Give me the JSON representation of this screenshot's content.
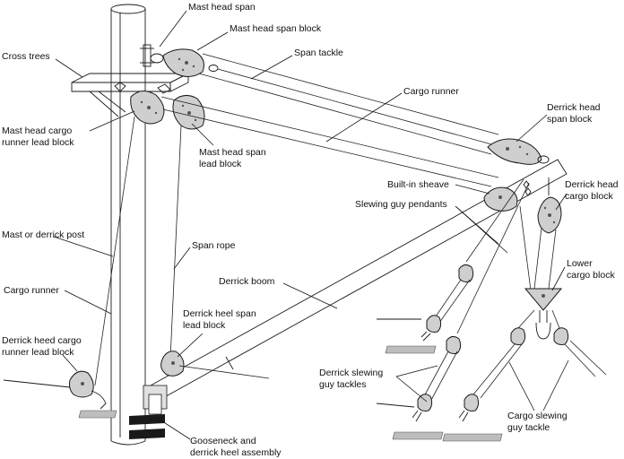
{
  "labels": {
    "mast_head_span": "Mast head span",
    "mast_head_span_block": "Mast head span block",
    "cross_trees": "Cross trees",
    "span_tackle": "Span tackle",
    "cargo_runner_top": "Cargo runner",
    "derrick_head_span_block_1": "Derrick head",
    "derrick_head_span_block_2": "span block",
    "mast_head_cargo_runner_lead_block_1": "Mast head cargo",
    "mast_head_cargo_runner_lead_block_2": "runner lead block",
    "mast_head_span_lead_block_1": "Mast head span",
    "mast_head_span_lead_block_2": "lead block",
    "built_in_sheave": "Built-in sheave",
    "slewing_guy_pendants": "Slewing guy pendants",
    "derrick_head_cargo_block_1": "Derrick head",
    "derrick_head_cargo_block_2": "cargo block",
    "mast_or_derrick_post": "Mast or derrick post",
    "span_rope": "Span rope",
    "lower_cargo_block_1": "Lower",
    "lower_cargo_block_2": "cargo block",
    "cargo_runner_left": "Cargo runner",
    "derrick_boom": "Derrick boom",
    "derrick_heel_span_lead_block_1": "Derrick heel span",
    "derrick_heel_span_lead_block_2": "lead block",
    "derrick_heed_cargo_runner_lead_block_1": "Derrick heed cargo",
    "derrick_heed_cargo_runner_lead_block_2": "runner lead block",
    "derrick_slewing_guy_tackles_1": "Derrick slewing",
    "derrick_slewing_guy_tackles_2": "guy tackles",
    "cargo_slewing_guy_tackle_1": "Cargo slewing",
    "cargo_slewing_guy_tackle_2": "guy tackle",
    "gooseneck_1": "Gooseneck and",
    "gooseneck_2": "derrick heel assembly"
  },
  "colors": {
    "line": "#1a1a1a",
    "block_fill": "#cfcfcf",
    "ground": "#bdbdbd",
    "background": "#ffffff"
  }
}
